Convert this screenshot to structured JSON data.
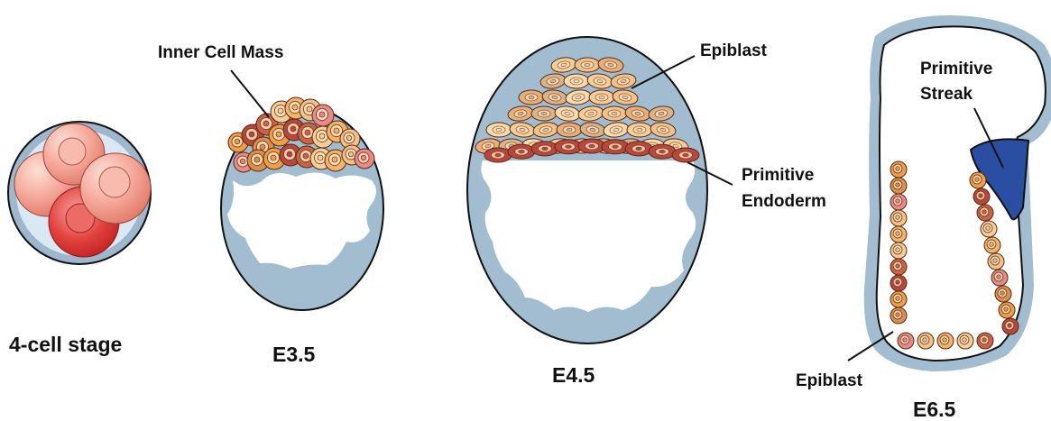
{
  "stages": {
    "four_cell": {
      "label": "4-cell stage"
    },
    "e35": {
      "label": "E3.5",
      "annotation": "Inner Cell Mass"
    },
    "e45": {
      "label": "E4.5",
      "annotation_top": "Epiblast",
      "annotation_bottom_1": "Primitive",
      "annotation_bottom_2": "Endoderm"
    },
    "e65": {
      "label": "E6.5",
      "annotation_top_1": "Primitive",
      "annotation_top_2": "Streak",
      "annotation_bottom": "Epiblast"
    }
  },
  "colors": {
    "membrane": "#a2bdd0",
    "outline": "#111111",
    "epiblast_cell": "#f6cf98",
    "primitive_endoderm_cell": "#b8473e",
    "icm_orange": "#ee9d49",
    "icm_pink": "#e98a8a",
    "blastomere": "#f3a293",
    "blastomere_red": "#e2413d",
    "primitive_streak": "#2a4ea1"
  }
}
